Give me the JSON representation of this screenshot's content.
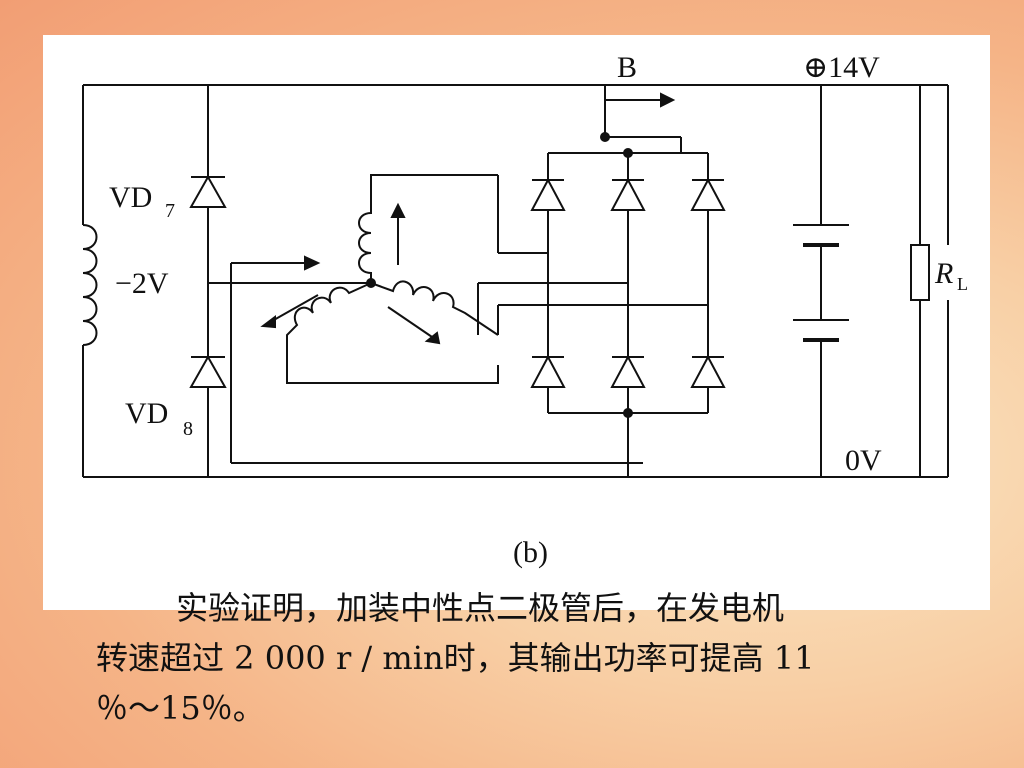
{
  "diagram": {
    "labels": {
      "node_b": "B",
      "positive": "⊕14V",
      "vd7": "VD",
      "vd7_sub": "7",
      "neg2v": "−2V",
      "vd8": "VD",
      "vd8_sub": "8",
      "zero_v": "0V",
      "rl": "R",
      "rl_sub": "L",
      "figure": "(b)"
    }
  },
  "caption": {
    "line1": "实验证明，加装中性点二极管后，在发电机",
    "line2": "转速超过 2 000  r / min时，其输出功率可提高  11",
    "line3": "％～15％。"
  }
}
